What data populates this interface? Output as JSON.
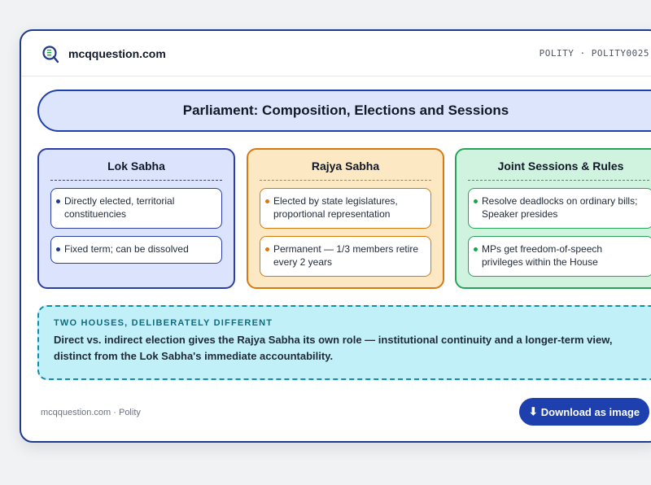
{
  "header": {
    "site_name": "mcqquestion.com",
    "meta": "POLITY · POLITY0025"
  },
  "title": "Parliament: Composition, Elections and Sessions",
  "columns": [
    {
      "title": "Lok Sabha",
      "items": [
        "Directly elected, territorial constituencies",
        "Fixed term; can be dissolved"
      ]
    },
    {
      "title": "Rajya Sabha",
      "items": [
        "Elected by state legislatures, proportional representation",
        "Permanent — 1/3 members retire every 2 years"
      ]
    },
    {
      "title": "Joint Sessions & Rules",
      "items": [
        "Resolve deadlocks on ordinary bills; Speaker presides",
        "MPs get freedom-of-speech privileges within the House"
      ]
    }
  ],
  "note": {
    "kicker": "TWO HOUSES, DELIBERATELY DIFFERENT",
    "body": "Direct vs. indirect election gives the Rajya Sabha its own role — institutional continuity and a longer-term view, distinct from the Lok Sabha's immediate accountability."
  },
  "footer": {
    "source": "mcqquestion.com · Polity",
    "download_label": "Download as image",
    "download_icon": "⬇"
  },
  "colors": {
    "lok_accent": "#2b3ea8",
    "rajya_accent": "#d57a12",
    "joint_accent": "#2aa35a",
    "note_accent": "#0e8fa8",
    "button": "#1e40af"
  }
}
